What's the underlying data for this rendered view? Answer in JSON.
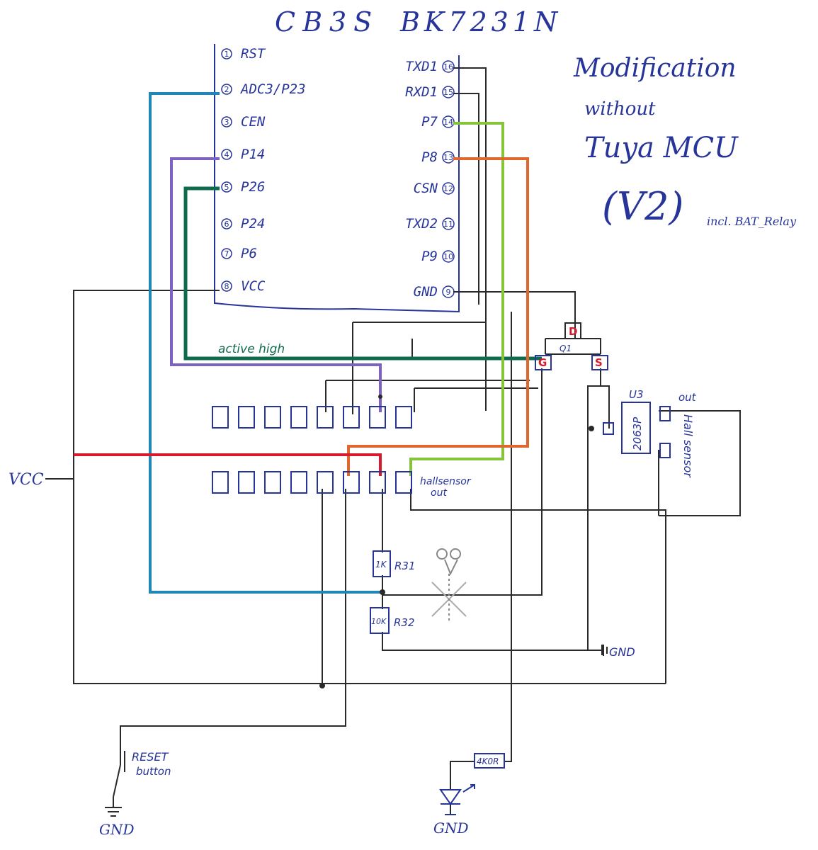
{
  "module": {
    "name": "CB3S",
    "chip": "BK7231N"
  },
  "title": {
    "line1": "Modification",
    "line2": "without",
    "line3": "Tuya MCU",
    "version": "(V2)",
    "note": "incl. BAT_Relay"
  },
  "pins_left": [
    {
      "num": "1",
      "label": "RST"
    },
    {
      "num": "2",
      "label": "ADC3/P23"
    },
    {
      "num": "3",
      "label": "CEN"
    },
    {
      "num": "4",
      "label": "P14"
    },
    {
      "num": "5",
      "label": "P26"
    },
    {
      "num": "6",
      "label": "P24"
    },
    {
      "num": "7",
      "label": "P6"
    },
    {
      "num": "8",
      "label": "VCC"
    }
  ],
  "pins_right": [
    {
      "num": "16",
      "label": "TXD1"
    },
    {
      "num": "15",
      "label": "RXD1"
    },
    {
      "num": "14",
      "label": "P7"
    },
    {
      "num": "13",
      "label": "P8"
    },
    {
      "num": "12",
      "label": "CSN"
    },
    {
      "num": "11",
      "label": "TXD2"
    },
    {
      "num": "10",
      "label": "P9"
    },
    {
      "num": "9",
      "label": "GND"
    }
  ],
  "labels": {
    "active_high": "active high",
    "vcc": "VCC",
    "hallsensor_out_1": "hallsensor",
    "hallsensor_out_2": "out",
    "out": "out",
    "hall_sensor": "Hall sensor",
    "reset_1": "RESET",
    "reset_2": "button",
    "gnd_left": "GND",
    "gnd_right": "GND",
    "gnd_mid": "GND"
  },
  "transistor": {
    "name": "Q1",
    "drain": "D",
    "gate": "G",
    "source": "S"
  },
  "hall_ic": {
    "ref": "U3",
    "part": "2063P"
  },
  "resistors": [
    {
      "value": "1K",
      "ref": "R31"
    },
    {
      "value": "10K",
      "ref": "R32"
    },
    {
      "value": "4K0R",
      "ref": ""
    }
  ],
  "colors": {
    "paper": "#ffffff",
    "ink_blue": "#27349a",
    "black": "#2a2a2a",
    "teal": "#1f86b8",
    "purple": "#7c63c2",
    "dark_green": "#0f6b4e",
    "light_green": "#86c43c",
    "orange": "#e0682f",
    "red": "#d81b2c"
  }
}
